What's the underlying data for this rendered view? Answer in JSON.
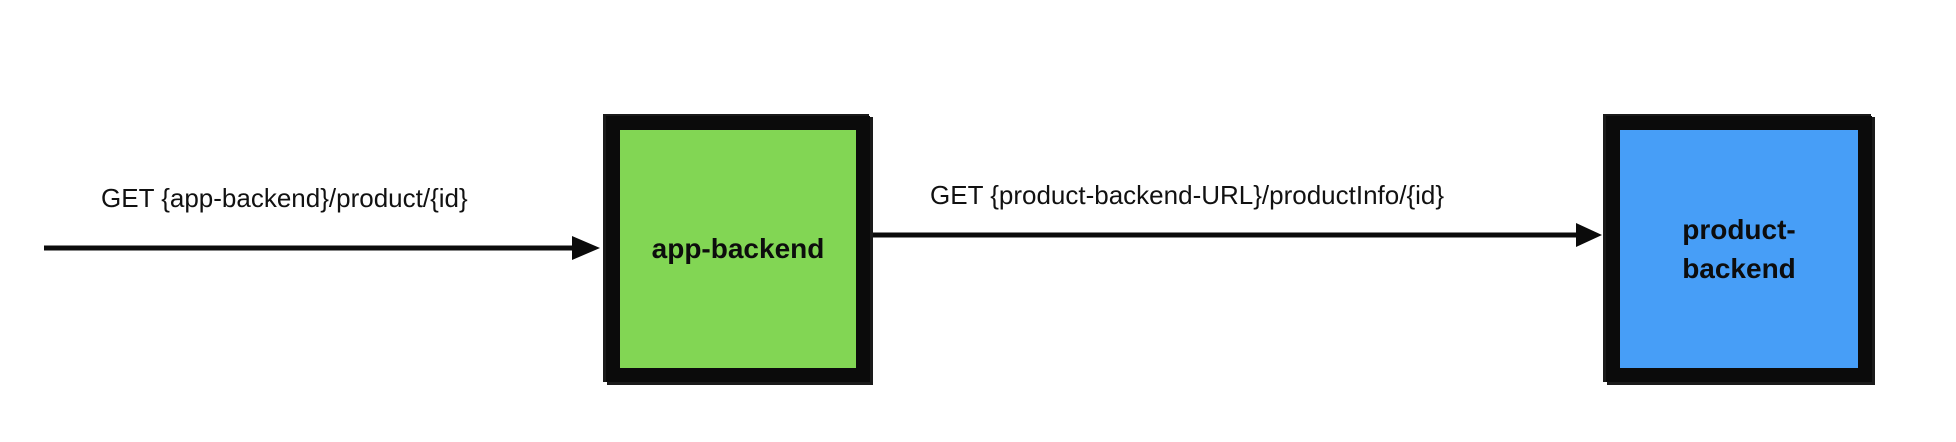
{
  "nodes": {
    "app_backend": {
      "label": "app-backend",
      "color": "#82d654"
    },
    "product_backend": {
      "label": "product-\nbackend",
      "color": "#479ef7"
    }
  },
  "edges": {
    "incoming": {
      "label": "GET {app-backend}/product/{id}"
    },
    "app_to_product": {
      "label": "GET {product-backend-URL}/productInfo/{id}"
    }
  },
  "colors": {
    "stroke": "#0b0b0b"
  }
}
